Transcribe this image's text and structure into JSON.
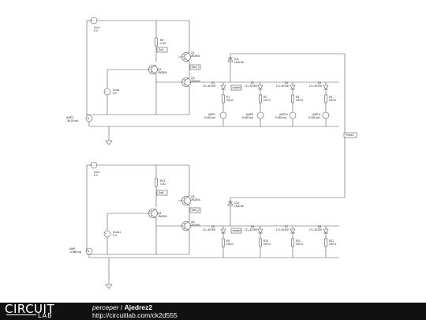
{
  "top": {
    "vs": {
      "name": "Vcc1",
      "value": "5 V"
    },
    "r_base": {
      "name": "R8",
      "value": "1 kΩ"
    },
    "q_top": {
      "name": "Q2",
      "part": "2N3904"
    },
    "q_mid": {
      "name": "Q1",
      "part": "2N3904"
    },
    "q_bot": {
      "name": "Q3",
      "part": "2N3904"
    },
    "clk": {
      "name": "Clock",
      "value": "5 V"
    },
    "ammeter": {
      "name": "AMP2",
      "value": "-36.25 mA"
    },
    "switch1": "Sw4",
    "switch2": "Sw4_1",
    "switch3": "Arduin1",
    "diode": {
      "name": "D11",
      "part": "1N4148"
    },
    "leds": [
      {
        "name": "D1",
        "part": "LTL-307EE"
      },
      {
        "name": "D2",
        "part": "LTL-307EE"
      },
      {
        "name": "D3",
        "part": "LTL-307EE"
      },
      {
        "name": "D4",
        "part": "LTL-307EE"
      }
    ],
    "resistors": [
      {
        "name": "R1",
        "value": "200 Ω"
      },
      {
        "name": "R2",
        "value": "200 Ω"
      },
      {
        "name": "R3",
        "value": "200 Ω"
      },
      {
        "name": "R4",
        "value": "200 Ω"
      }
    ],
    "meters": [
      {
        "name": "AMP1",
        "value": "9.063 mA"
      },
      {
        "name": "AMP8",
        "value": "9.063 mA"
      },
      {
        "name": "AMP10",
        "value": "9.063 mA"
      },
      {
        "name": "AMP11",
        "value": "9.063 mA"
      }
    ]
  },
  "bottom": {
    "vs": {
      "name": "Vcc1",
      "value": "5 V"
    },
    "r_base": {
      "name": "R13",
      "value": "1 kΩ"
    },
    "q_top": {
      "name": "Q5",
      "part": "2N3904"
    },
    "q_mid": {
      "name": "Q4",
      "part": "2N3904"
    },
    "q_bot": {
      "name": "Q6",
      "part": "2N3904"
    },
    "clk": {
      "name": "Clock1",
      "value": "5 V"
    },
    "ammeter": {
      "name": "AMP",
      "value": "-4.888 mA"
    },
    "switch1": "Sw5",
    "switch2": "Sw4_2",
    "switch3": "Arduin1",
    "diode": {
      "name": "D12",
      "part": "1N4148"
    },
    "leds": [
      {
        "name": "D5",
        "part": "LTL-307EE"
      },
      {
        "name": "D6",
        "part": "LTL-307EE"
      },
      {
        "name": "D7",
        "part": "LTL-307EE"
      },
      {
        "name": "D8",
        "part": "LTL-307EE"
      }
    ],
    "resistors": [
      {
        "name": "R9",
        "value": "200 Ω"
      },
      {
        "name": "R10",
        "value": "200 Ω"
      },
      {
        "name": "R11",
        "value": "200 Ω"
      },
      {
        "name": "R12",
        "value": "200 Ω"
      }
    ]
  },
  "link_label": "Pines3",
  "footer": {
    "logo_top": "CIRCUIT",
    "logo_bottom": "LAB",
    "author": "perceper",
    "separator": " / ",
    "title": "Ajedrez2",
    "url": "http://circuitlab.com/ck2d555"
  },
  "colors": {
    "wire": "#555555",
    "footer_bg": "#111111",
    "footer_text": "#ffffff"
  }
}
